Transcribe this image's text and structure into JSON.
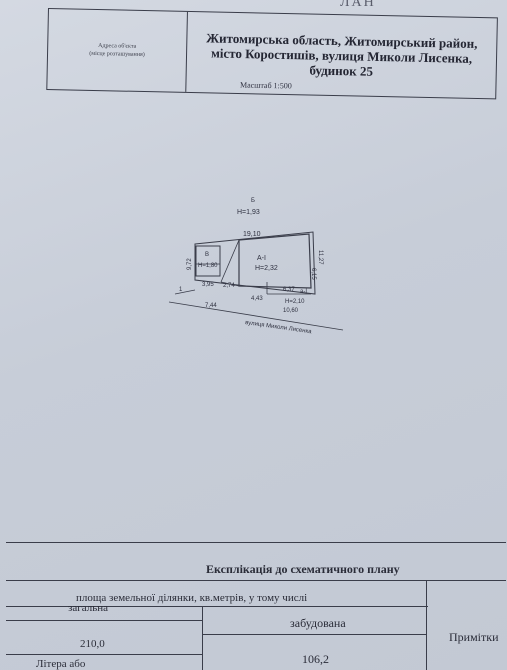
{
  "header_strip": "ЛАН",
  "address_block": {
    "label_line1": "Адреса об'єкта",
    "label_line2": "(місце розташування)",
    "address_line1": "Житомирська область, Житомирський район,",
    "address_line2": "місто Коростишів, вулиця Миколи Лисенка,",
    "address_line3": "будинок 25"
  },
  "scale_text": "Масштаб 1:500",
  "plan": {
    "label_b": "Б",
    "label_b_height": "Н=1,93",
    "dim_top": "19,10",
    "dim_left": "9,72",
    "label_v": "В",
    "label_v_height": "Н=1,80",
    "label_a1": "А-І",
    "label_a1_height": "Н=2,32",
    "dim_right_a": "6,15",
    "dim_right_b": "11,27",
    "dim_395": "3,95",
    "dim_274": "2,74",
    "dim_637": "6,37",
    "label_a1_small": "а-І",
    "dim_443": "4,43",
    "label_a_height": "Н=2,10",
    "dim_744": "7,44",
    "dim_1060": "10,60",
    "dim_one": "1",
    "street_label": "вулиця Миколи Лисенка"
  },
  "explication": {
    "title": "Експлікація до схематичного плану",
    "subtitle": "площа земельної ділянки, кв.метрів, у тому числі",
    "col_total": "загальна",
    "col_built": "забудована",
    "col_notes": "Примітки",
    "total_value": "210,0",
    "built_value": "106,2",
    "next_row_label": "Літера або"
  }
}
